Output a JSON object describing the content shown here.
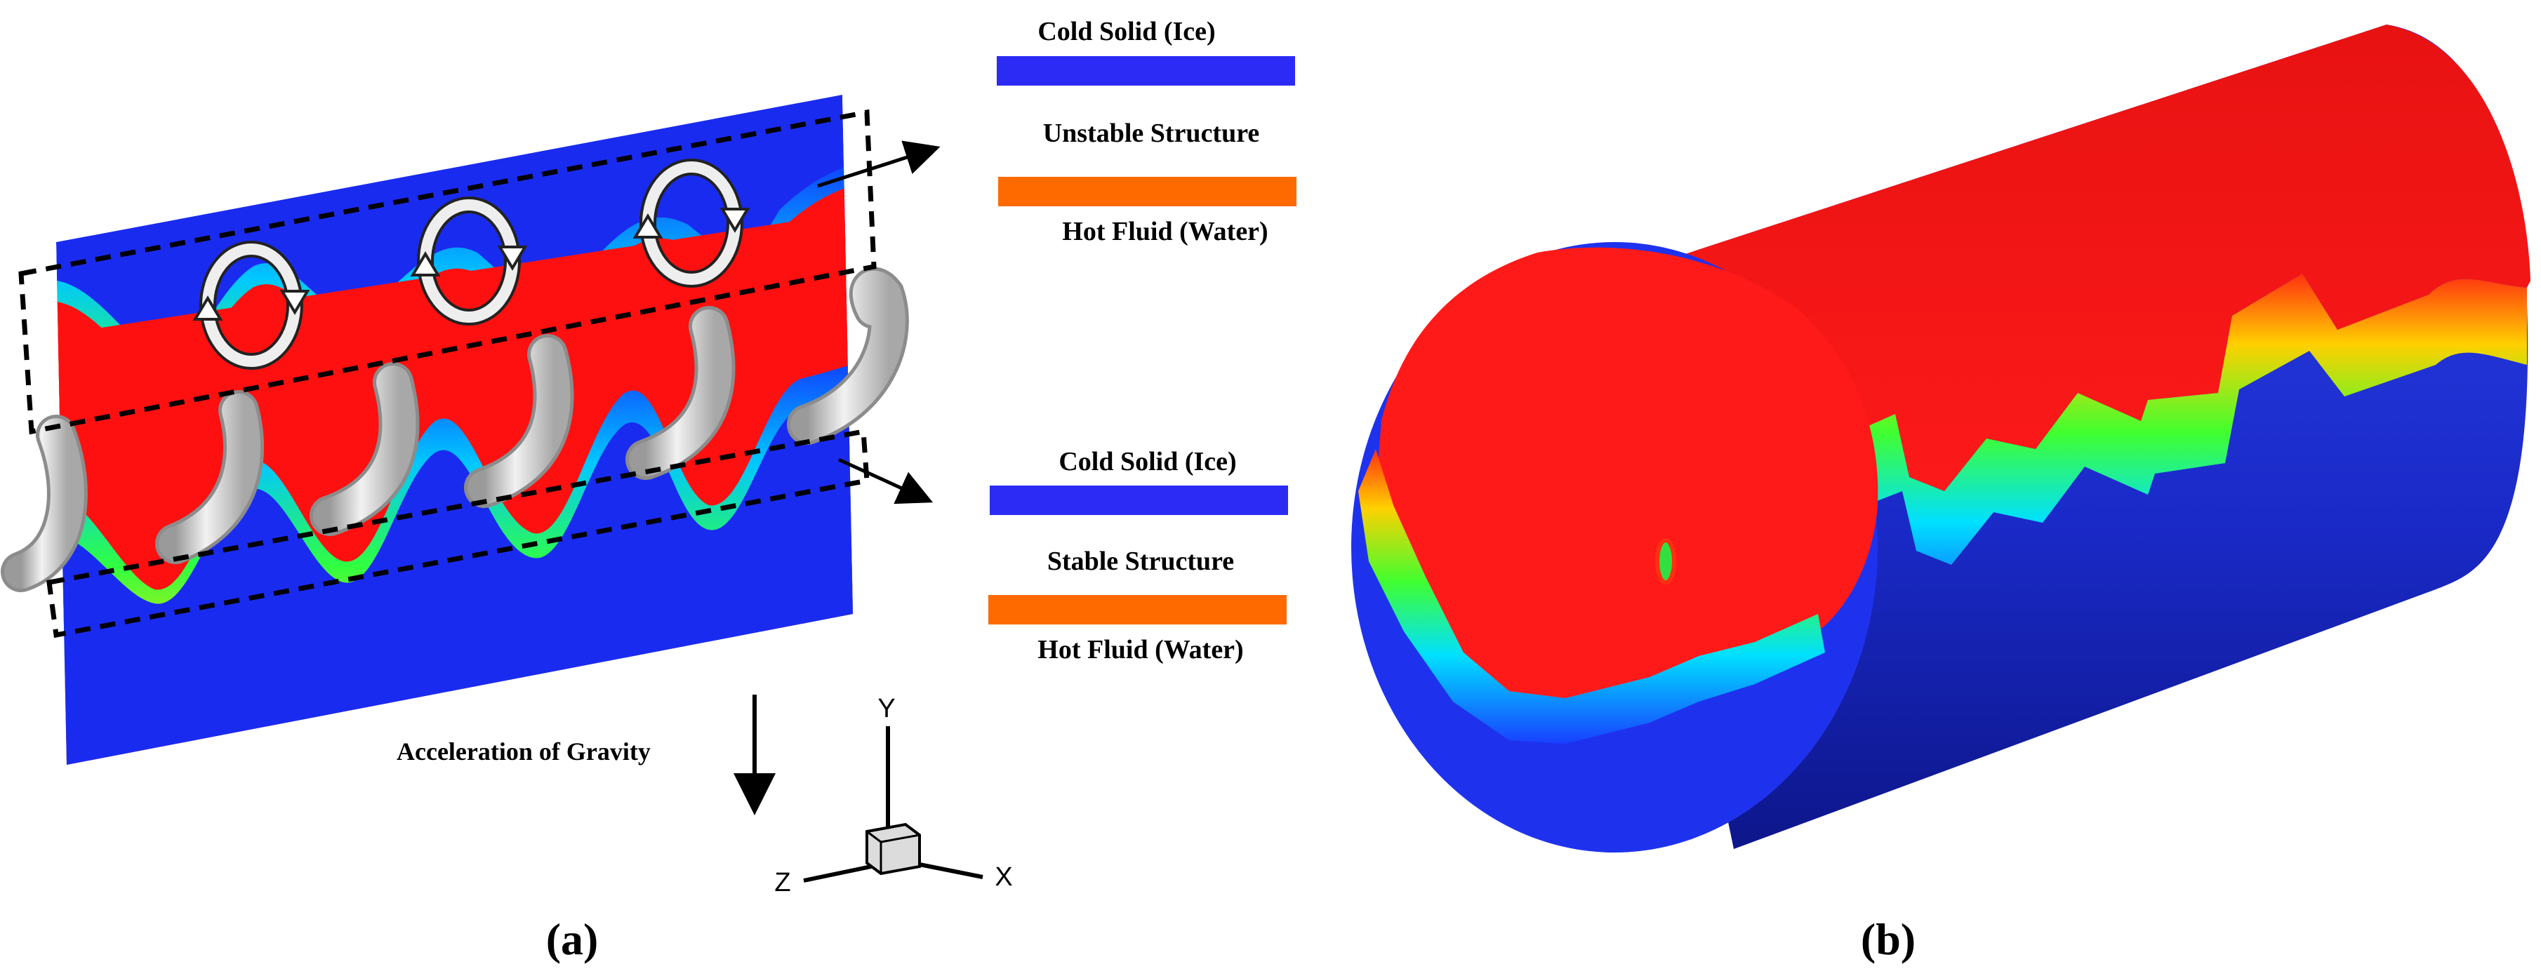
{
  "panel_a": {
    "label": "(a)",
    "legend_top": {
      "top_label": "Cold Solid (Ice)",
      "middle_label": "Unstable Structure",
      "bottom_label": "Hot Fluid (Water)"
    },
    "legend_bottom": {
      "top_label": "Cold Solid (Ice)",
      "middle_label": "Stable Structure",
      "bottom_label": "Hot Fluid (Water)"
    },
    "gravity_label": "Acceleration of Gravity",
    "axes": {
      "x": "X",
      "y": "Y",
      "z": "Z"
    }
  },
  "panel_b": {
    "label": "(b)"
  },
  "colors": {
    "ice": "#2b2bf5",
    "water": "#ff6a00",
    "contour_red": "#ff1010",
    "contour_blue": "#1a2bf0",
    "cylinder_red": "#f21818",
    "cylinder_blue": "#2a3bea",
    "tube": "#dcdcdc"
  },
  "icons": [
    "rotation-arrows-icon",
    "gravity-arrow-icon",
    "coordinate-axes-icon"
  ]
}
